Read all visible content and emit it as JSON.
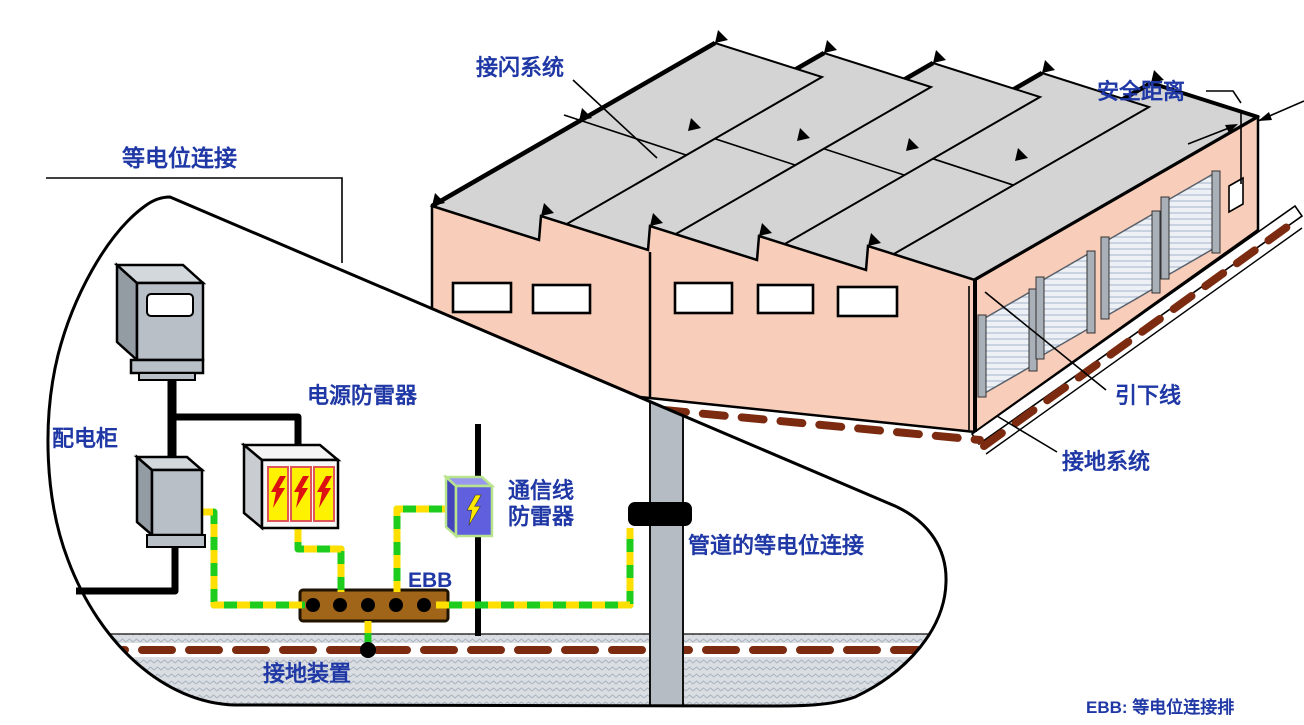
{
  "diagram": {
    "type": "lightning-protection-system-illustration",
    "labels": {
      "air_termination_system": "接闪系统",
      "safety_distance": "安全距离",
      "equipotential_bonding": "等电位连接",
      "distribution_cabinet": "配电柜",
      "power_surge_protector": "电源防雷器",
      "comm_line_spd_line1": "通信线",
      "comm_line_spd_line2": "防雷器",
      "ebb_bar": "EBB",
      "pipe_equipotential_bonding": "管道的等电位连接",
      "earthing_device": "接地装置",
      "down_conductor": "引下线",
      "earthing_system": "接地系统",
      "legend_ebb": "EBB: 等电位连接排"
    },
    "colors": {
      "label_text": "#1F38A5",
      "building_wall": "#F8CDB9",
      "roof_panel": "#D4D4D4",
      "grounding_dash_brown": "#7C2B10",
      "bonding_wire_green": "#1ECC1E",
      "bonding_wire_yellow": "#FFDF00",
      "ebb_bar_brown": "#A06518",
      "spd_module_yellow": "#FFF200",
      "spd_bolt_red": "#DD1111",
      "comm_spd_blue": "#6060DF",
      "pipe_gray": "#B5BCC3",
      "cabinet_gray": "#B8BFC6",
      "ground_hatch": "#A8B2BE"
    }
  }
}
